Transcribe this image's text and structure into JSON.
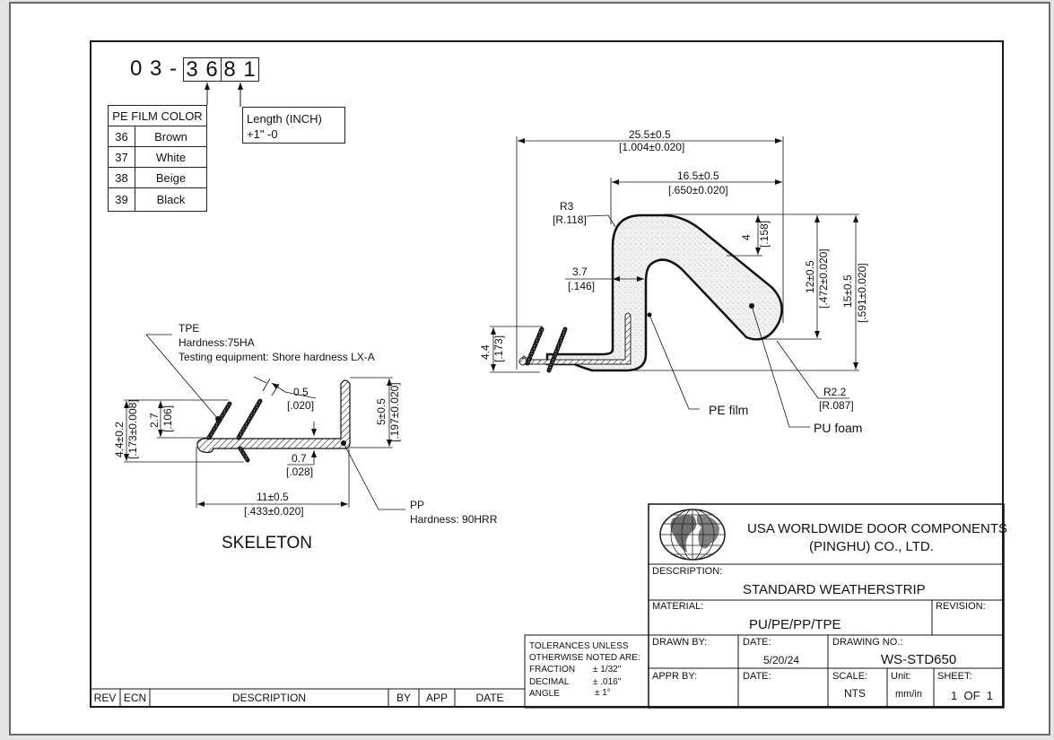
{
  "part_number": {
    "prefix": "0 3 -",
    "color_code": "3 6",
    "length_code": "8 1"
  },
  "color_table": {
    "header": "PE FILM COLOR",
    "rows": [
      {
        "code": "36",
        "color": "Brown"
      },
      {
        "code": "37",
        "color": "White"
      },
      {
        "code": "38",
        "color": "Beige"
      },
      {
        "code": "39",
        "color": "Black"
      }
    ]
  },
  "length_note": {
    "line1": "Length (INCH)",
    "line2": "+1\" -0"
  },
  "profile": {
    "dim_overall_width": "25.5±0.5",
    "dim_overall_width_in": "[1.004±0.020]",
    "dim_bulb_width": "16.5±0.5",
    "dim_bulb_width_in": "[.650±0.020]",
    "radius_top": "R3",
    "radius_top_in": "[R.118]",
    "dim_wall": "3.7",
    "dim_wall_in": "[.146]",
    "dim_thickness": "4",
    "dim_thickness_in": "[.158]",
    "dim_height_12": "12±0.5",
    "dim_height_12_in": "[.472±0.020]",
    "dim_height_15": "15±0.5",
    "dim_height_15_in": "[.591±0.020]",
    "dim_base": "4.4",
    "dim_base_in": "[.173]",
    "radius_tip": "R2.2",
    "radius_tip_in": "[R.087]",
    "callout_pe": "PE film",
    "callout_pu": "PU foam"
  },
  "skeleton": {
    "title": "SKELETON",
    "tpe_label": "TPE",
    "tpe_hardness": "Hardness:75HA",
    "tpe_testing": "Testing equipment: Shore hardness LX-A",
    "pp_label": "PP",
    "pp_hardness": "Hardness: 90HRR",
    "dim_fin": "0.5",
    "dim_fin_in": "[.020]",
    "dim_base_thk": "0.7",
    "dim_base_thk_in": "[.028]",
    "dim_length": "11±0.5",
    "dim_length_in": "[.433±0.020]",
    "dim_leg": "5±0.5",
    "dim_leg_in": "[.197±0.020]",
    "dim_fin_h": "2.7",
    "dim_fin_h_in": "[.106]",
    "dim_total_h": "4.4±0.2",
    "dim_total_h_in": "[.173±0.008]"
  },
  "title_block": {
    "company_line1": "USA WORLDWIDE DOOR COMPONENTS",
    "company_line2": "(PINGHU) CO., LTD.",
    "description_label": "DESCRIPTION:",
    "description": "STANDARD WEATHERSTRIP",
    "material_label": "MATERIAL:",
    "material": "PU/PE/PP/TPE",
    "revision_label": "REVISION:",
    "revision": "",
    "drawn_by_label": "DRAWN BY:",
    "drawn_by": "",
    "date_label": "DATE:",
    "drawn_date": "5/20/24",
    "drawing_no_label": "DRAWING NO.:",
    "drawing_no": "WS-STD650",
    "appr_by_label": "APPR BY:",
    "appr_date_label": "DATE:",
    "scale_label": "SCALE:",
    "scale": "NTS",
    "unit_label": "Unit:",
    "unit": "mm/in",
    "sheet_label": "SHEET:",
    "sheet": "1  OF  1"
  },
  "tolerances": {
    "line1": "TOLERANCES UNLESS",
    "line2": "OTHERWISE NOTED ARE:",
    "rows": [
      {
        "label": "FRACTION",
        "value": "± 1/32\""
      },
      {
        "label": "DECIMAL",
        "value": "± .016\""
      },
      {
        "label": "ANGLE",
        "value": "± 1°"
      }
    ]
  },
  "revision_table": {
    "headers": [
      "REV",
      "ECN",
      "DESCRIPTION",
      "BY",
      "APP",
      "DATE"
    ]
  }
}
